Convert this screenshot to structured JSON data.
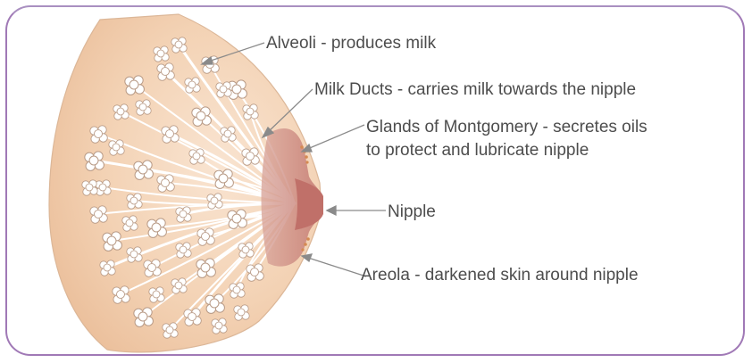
{
  "labels": {
    "alveoli": "Alveoli - produces milk",
    "ducts": "Milk Ducts - carries milk towards the nipple",
    "montgomery_1": "Glands of Montgomery - secretes oils",
    "montgomery_2": "to protect and lubricate nipple",
    "nipple": "Nipple",
    "areola": "Areola - darkened skin around nipple"
  },
  "colors": {
    "frame": "#a079b6",
    "skin": "#f4d3b6",
    "areola": "#cf8f86",
    "duct": "#ffffff",
    "outline": "#caa58a",
    "leader": "#8a8a8a",
    "text": "#4d4d4d"
  }
}
